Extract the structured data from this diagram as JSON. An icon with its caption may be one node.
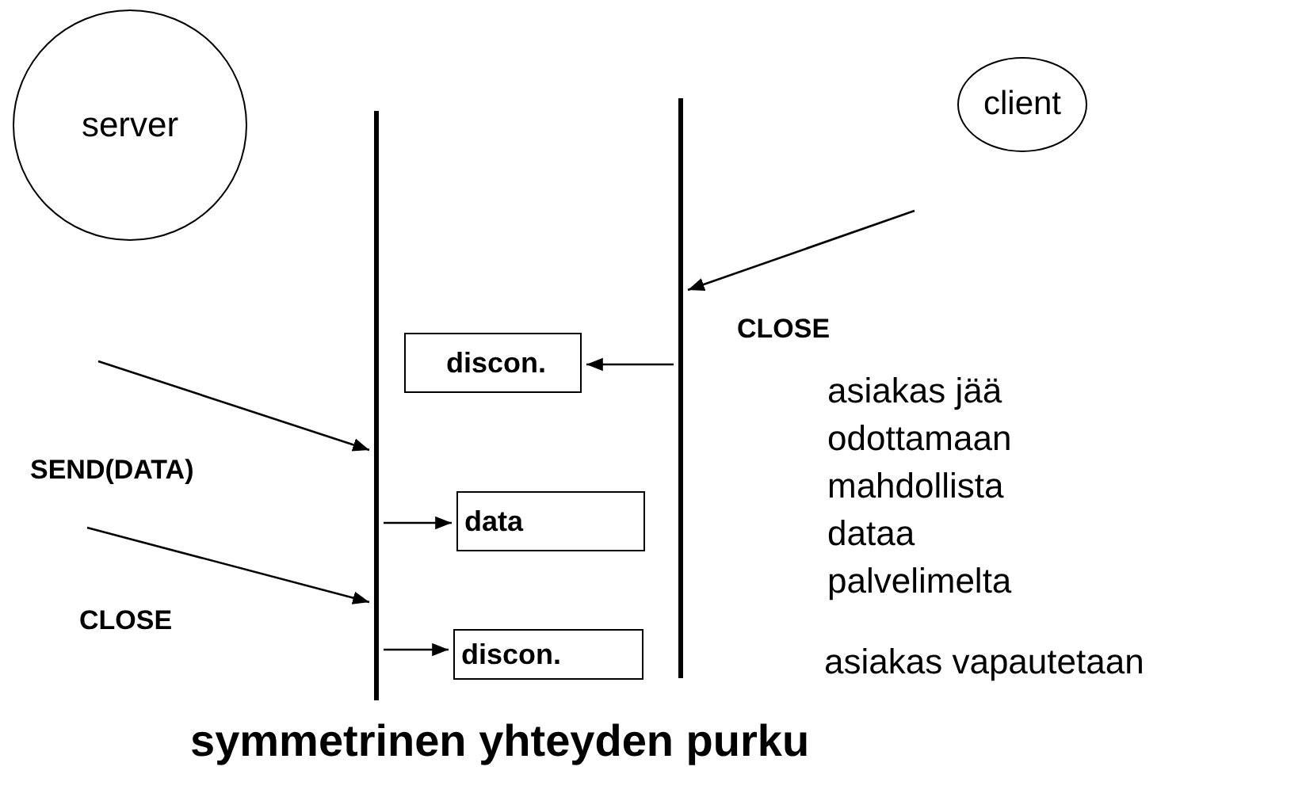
{
  "diagram": {
    "caption": "symmetrinen yhteyden purku",
    "nodes": [
      {
        "text": [
          "server"
        ]
      },
      {
        "text": [],
        "shape": "bar"
      },
      {
        "text": [],
        "shape": "bar"
      },
      {
        "text": [
          "client"
        ]
      },
      {
        "text": [
          "discon."
        ]
      },
      {
        "text": [
          "data"
        ]
      },
      {
        "text": [
          "discon."
        ]
      }
    ],
    "edges": [
      {
        "from": null,
        "to": 2,
        "arrow": "to"
      },
      {
        "from": null,
        "to": 1,
        "arrow": "to"
      },
      {
        "from": 2,
        "to": 4,
        "arrow": "to"
      },
      {
        "from": null,
        "to": 1,
        "arrow": "to"
      },
      {
        "from": 1,
        "to": 5,
        "arrow": "to"
      },
      {
        "from": 1,
        "to": 6,
        "arrow": "to"
      }
    ],
    "labels": [
      "CLOSE",
      "asiakas jää odottamaan mahdollista dataa palvelimelta",
      "SEND(DATA)",
      "CLOSE",
      "asiakas vapautetaan"
    ]
  }
}
